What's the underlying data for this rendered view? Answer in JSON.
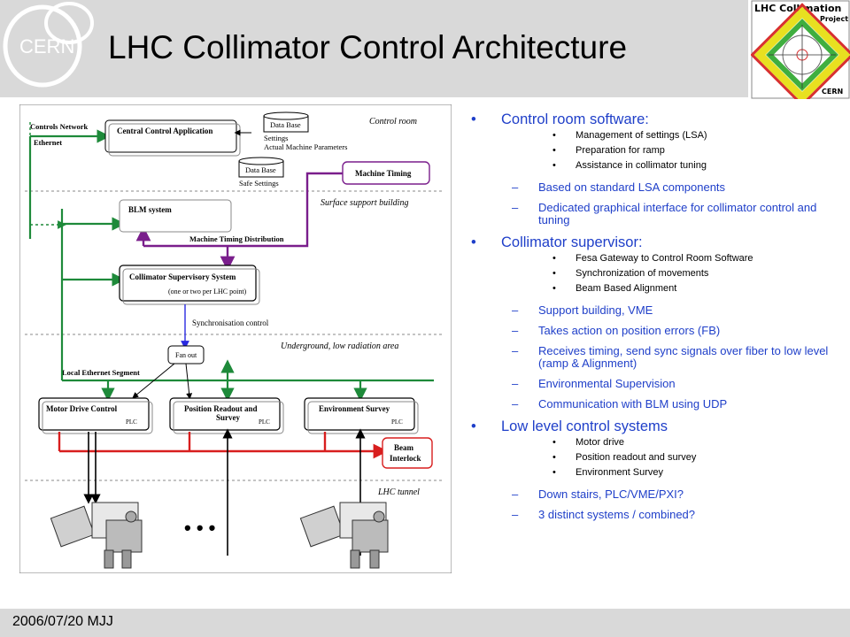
{
  "header": {
    "title": "LHC Collimator Control Architecture",
    "cern_logo": {
      "icon": "cern-logo",
      "text": "CERN"
    },
    "project_logo": {
      "icon": "lhc-collimation-project-logo",
      "line1": "LHC Collimation",
      "line2": "Project",
      "line3": "CERN"
    }
  },
  "diagram": {
    "zones": {
      "control_room": "Control room",
      "surface": "Surface support building",
      "underground": "Underground, low radiation area",
      "tunnel": "LHC tunnel"
    },
    "left_labels": {
      "controls_network": "Controls Network",
      "ethernet": "Ethernet",
      "local_ethernet": "Local Ethernet Segment"
    },
    "boxes": {
      "central": "Central Control Application",
      "database1": "Data Base",
      "settings": "Settings",
      "params": "Actual Machine Parameters",
      "database2": "Data Base",
      "safe_settings": "Safe Settings",
      "machine_timing": "Machine Timing",
      "blm": "BLM system",
      "timing_dist": "Machine Timing Distribution",
      "supervisory": "Collimator Supervisory System",
      "supervisory_sub": "(one or two per LHC point)",
      "sync": "Synchronisation  control",
      "fanout": "Fan out",
      "motor": "Motor Drive Control",
      "position1": "Position Readout and",
      "position2": "Survey",
      "environment": "Environment Survey",
      "plc": "PLC",
      "beam1": "Beam",
      "beam2": "Interlock",
      "ellipsis": "• • •"
    }
  },
  "bullets": [
    {
      "text": "Control room software:",
      "subs": [
        "Management of settings (LSA)",
        "Preparation for ramp",
        "Assistance in collimator tuning"
      ],
      "points": [
        "Based on standard LSA components",
        "Dedicated graphical interface for collimator control and tuning"
      ]
    },
    {
      "text": "Collimator supervisor:",
      "subs": [
        "Fesa Gateway to Control Room Software",
        "Synchronization of movements",
        "Beam Based Alignment"
      ],
      "points": [
        "Support building, VME",
        "Takes action on position errors (FB)",
        "Receives timing, send sync signals over fiber to low level (ramp & Alignment)",
        "Environmental Supervision",
        "Communication with BLM using UDP"
      ]
    },
    {
      "text": "Low level control systems",
      "subs": [
        "Motor drive",
        "Position readout and survey",
        "Environment Survey"
      ],
      "points": [
        "Down stairs,  PLC/VME/PXI?",
        "3 distinct systems / combined?"
      ]
    }
  ],
  "markers": {
    "l1": "•",
    "l3": "•",
    "l2": "–"
  },
  "footer": {
    "text": "2006/07/20 MJJ"
  },
  "colors": {
    "bullet_blue": "#1f3fc9",
    "network_green": "#1e8a3a",
    "timing_purple": "#7a1e8c",
    "interlock_red": "#d81e1e",
    "sync_blue": "#2a2ae0",
    "band_gray": "#d9d9d9"
  }
}
